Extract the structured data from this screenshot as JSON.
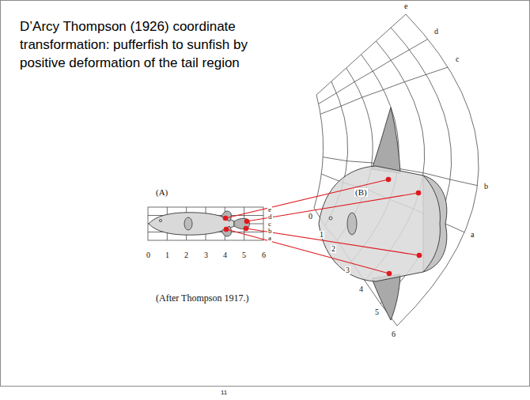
{
  "diagram": {
    "title": "D’Arcy Thompson (1926) coordinate transformation: pufferfish to sunfish by positive deformation of the tail region",
    "labels": [
      "(A)",
      "(B)",
      "0",
      "1",
      "2",
      "3",
      "4",
      "5",
      "6",
      "e",
      "d",
      "c",
      "b",
      "a",
      "e",
      "d",
      "c",
      "b",
      "a",
      "0",
      "1",
      "2",
      "3",
      "4",
      "5",
      "6",
      "(After Thompson 1917.)",
      "11"
    ]
  }
}
